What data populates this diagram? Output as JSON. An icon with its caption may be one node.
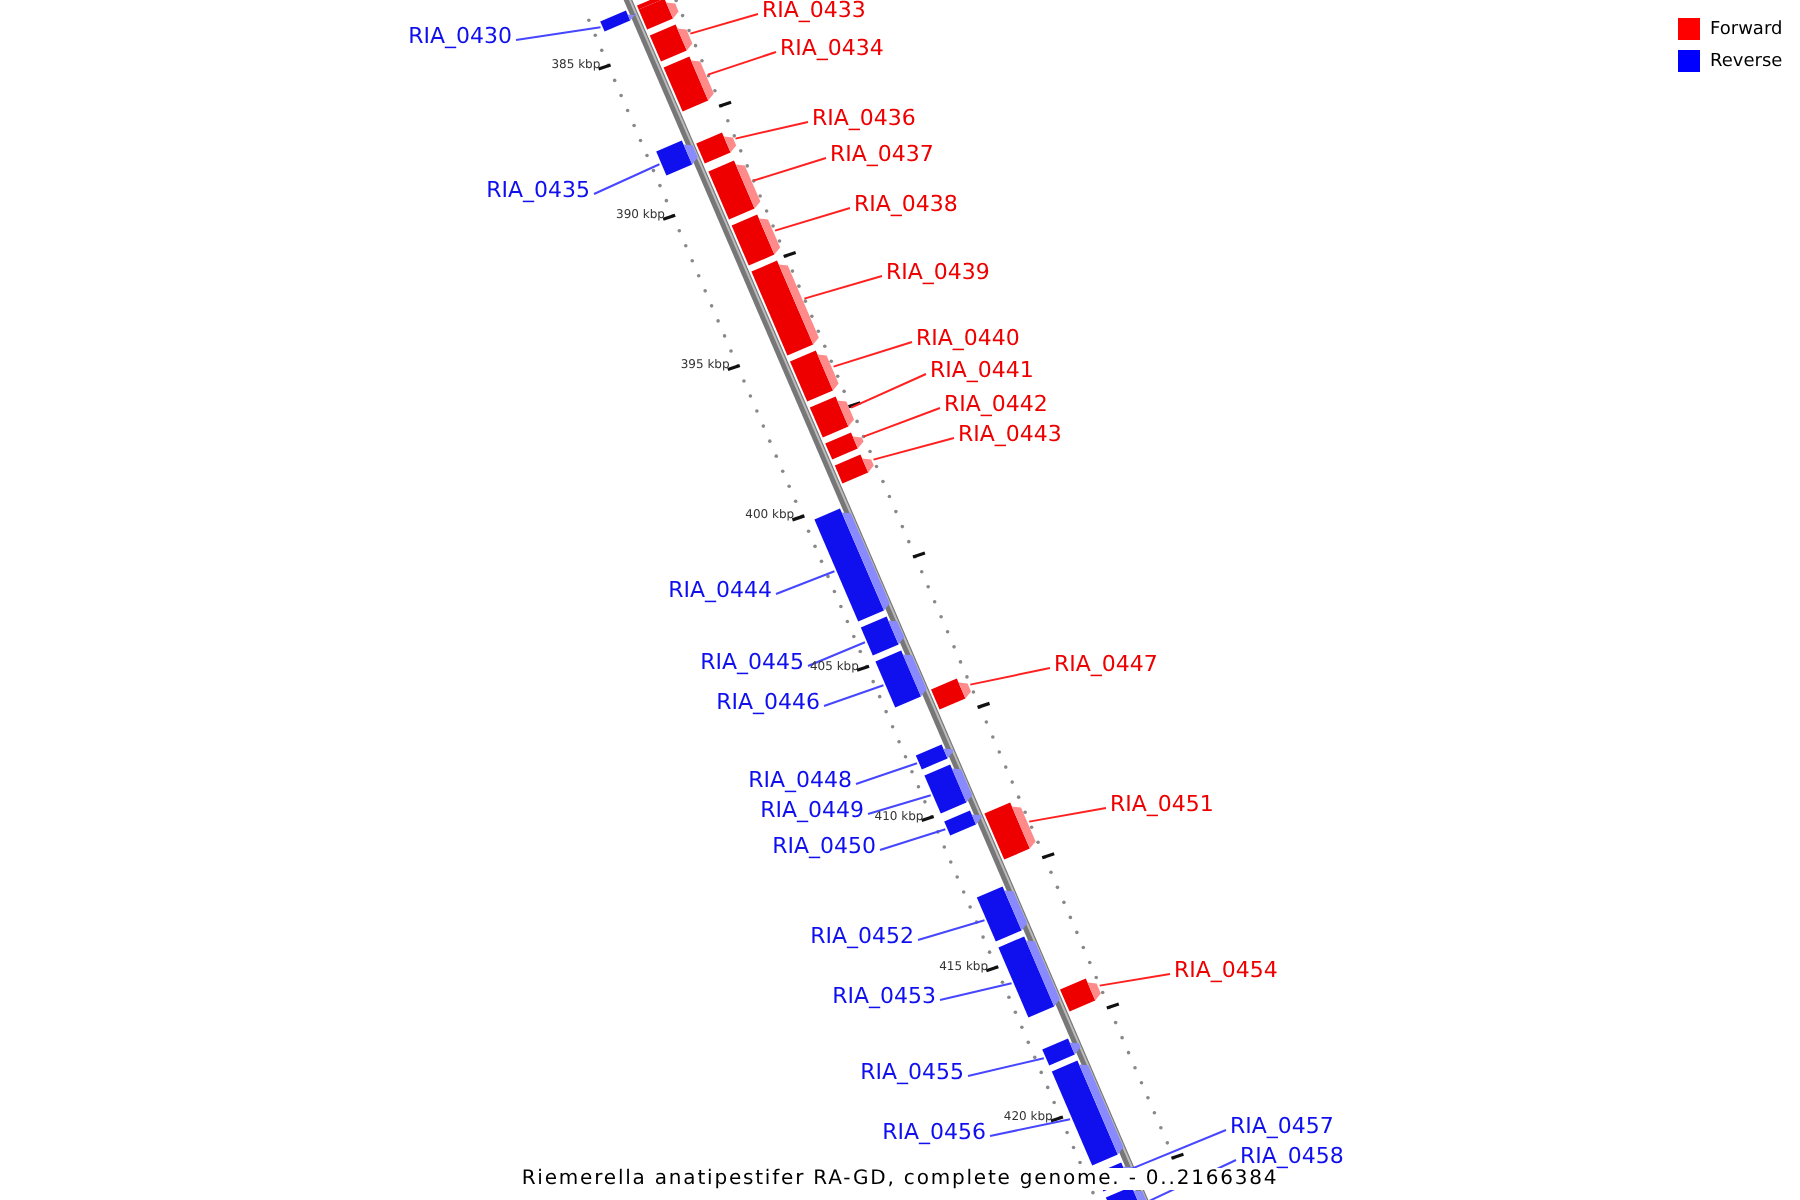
{
  "diagram": {
    "caption": "Riemerella anatipestifer RA-GD, complete genome. - 0..2166384",
    "nodes": [
      {
        "text": [],
        "shape": "bar"
      },
      {
        "text": [
          "RIA_0430"
        ]
      },
      {
        "text": [],
        "shape": "bar"
      },
      {
        "text": [],
        "shape": "bar"
      },
      {
        "text": [
          "RIA_0433"
        ]
      },
      {
        "text": [],
        "shape": "bar"
      },
      {
        "text": [
          "RIA_0434"
        ]
      },
      {
        "text": [],
        "shape": "bar"
      },
      {
        "text": [
          "RIA_0436"
        ]
      },
      {
        "text": [],
        "shape": "bar"
      },
      {
        "text": [
          "RIA_0435"
        ]
      },
      {
        "text": [],
        "shape": "bar"
      },
      {
        "text": [
          "RIA_0437"
        ]
      },
      {
        "text": [],
        "shape": "bar"
      },
      {
        "text": [
          "RIA_0438"
        ]
      },
      {
        "text": [],
        "shape": "bar"
      },
      {
        "text": [
          "RIA_0439"
        ]
      },
      {
        "text": [],
        "shape": "bar"
      },
      {
        "text": [
          "RIA_0440"
        ]
      },
      {
        "text": [],
        "shape": "bar"
      },
      {
        "text": [
          "RIA_0441"
        ]
      },
      {
        "text": [],
        "shape": "bar"
      },
      {
        "text": [
          "RIA_0442"
        ]
      },
      {
        "text": [],
        "shape": "bar"
      },
      {
        "text": [
          "RIA_0443"
        ]
      },
      {
        "text": [],
        "shape": "bar"
      },
      {
        "text": [
          "RIA_0444"
        ]
      },
      {
        "text": [],
        "shape": "bar"
      },
      {
        "text": [
          "RIA_0445"
        ]
      },
      {
        "text": [],
        "shape": "bar"
      },
      {
        "text": [
          "RIA_0446"
        ]
      },
      {
        "text": [],
        "shape": "bar"
      },
      {
        "text": [
          "RIA_0447"
        ]
      },
      {
        "text": [],
        "shape": "bar"
      },
      {
        "text": [
          "RIA_0448"
        ]
      },
      {
        "text": [],
        "shape": "bar"
      },
      {
        "text": [
          "RIA_0449"
        ]
      },
      {
        "text": [],
        "shape": "bar"
      },
      {
        "text": [
          "RIA_0450"
        ]
      },
      {
        "text": [],
        "shape": "bar"
      },
      {
        "text": [
          "RIA_0451"
        ]
      },
      {
        "text": [],
        "shape": "bar"
      },
      {
        "text": [
          "RIA_0452"
        ]
      },
      {
        "text": [],
        "shape": "bar"
      },
      {
        "text": [
          "RIA_0453"
        ]
      },
      {
        "text": [],
        "shape": "bar"
      },
      {
        "text": [
          "RIA_0454"
        ]
      },
      {
        "text": [],
        "shape": "bar"
      },
      {
        "text": [
          "RIA_0455"
        ]
      },
      {
        "text": [],
        "shape": "bar"
      },
      {
        "text": [
          "RIA_0456"
        ]
      },
      {
        "text": [],
        "shape": "bar"
      },
      {
        "text": [
          "RIA_0457"
        ]
      },
      {
        "text": [],
        "shape": "bar"
      },
      {
        "text": [
          "RIA_0458"
        ]
      },
      {
        "text": [],
        "shape": "bar"
      }
    ],
    "edges": [
      {
        "from": 1,
        "to": 2,
        "arrow": "none",
        "color": "#4646ff"
      },
      {
        "from": 4,
        "to": 5,
        "arrow": "none",
        "color": "#ff2020"
      },
      {
        "from": 6,
        "to": 7,
        "arrow": "none",
        "color": "#ff2020"
      },
      {
        "from": 8,
        "to": 9,
        "arrow": "none",
        "color": "#ff2020"
      },
      {
        "from": 10,
        "to": 11,
        "arrow": "none",
        "color": "#4646ff"
      },
      {
        "from": 12,
        "to": 13,
        "arrow": "none",
        "color": "#ff2020"
      },
      {
        "from": 14,
        "to": 15,
        "arrow": "none",
        "color": "#ff2020"
      },
      {
        "from": 16,
        "to": 17,
        "arrow": "none",
        "color": "#ff2020"
      },
      {
        "from": 18,
        "to": 19,
        "arrow": "none",
        "color": "#ff2020"
      },
      {
        "from": 20,
        "to": 21,
        "arrow": "none",
        "color": "#ff2020"
      },
      {
        "from": 22,
        "to": 23,
        "arrow": "none",
        "color": "#ff2020"
      },
      {
        "from": 24,
        "to": 25,
        "arrow": "none",
        "color": "#ff2020"
      },
      {
        "from": 26,
        "to": 27,
        "arrow": "none",
        "color": "#4646ff"
      },
      {
        "from": 28,
        "to": 29,
        "arrow": "none",
        "color": "#4646ff"
      },
      {
        "from": 30,
        "to": 31,
        "arrow": "none",
        "color": "#4646ff"
      },
      {
        "from": 32,
        "to": 33,
        "arrow": "none",
        "color": "#ff2020"
      },
      {
        "from": 34,
        "to": 35,
        "arrow": "none",
        "color": "#4646ff"
      },
      {
        "from": 36,
        "to": 37,
        "arrow": "none",
        "color": "#4646ff"
      },
      {
        "from": 38,
        "to": 39,
        "arrow": "none",
        "color": "#4646ff"
      },
      {
        "from": 40,
        "to": 41,
        "arrow": "none",
        "color": "#ff2020"
      },
      {
        "from": 42,
        "to": 43,
        "arrow": "none",
        "color": "#4646ff"
      },
      {
        "from": 44,
        "to": 45,
        "arrow": "none",
        "color": "#4646ff"
      },
      {
        "from": 46,
        "to": 47,
        "arrow": "none",
        "color": "#ff2020"
      },
      {
        "from": 48,
        "to": 49,
        "arrow": "none",
        "color": "#4646ff"
      },
      {
        "from": 50,
        "to": 51,
        "arrow": "none",
        "color": "#4646ff"
      },
      {
        "from": 52,
        "to": 53,
        "arrow": "none",
        "color": "#4646ff"
      },
      {
        "from": 54,
        "to": 55,
        "arrow": "none",
        "color": "#4646ff"
      }
    ],
    "labels": [
      "385 kbp",
      "390 kbp",
      "395 kbp",
      "400 kbp",
      "405 kbp",
      "410 kbp",
      "415 kbp",
      "420 kbp"
    ],
    "legend": [
      {
        "text": "Forward",
        "color": "#ff0000"
      },
      {
        "text": "Reverse",
        "color": "#0000ff"
      }
    ]
  }
}
